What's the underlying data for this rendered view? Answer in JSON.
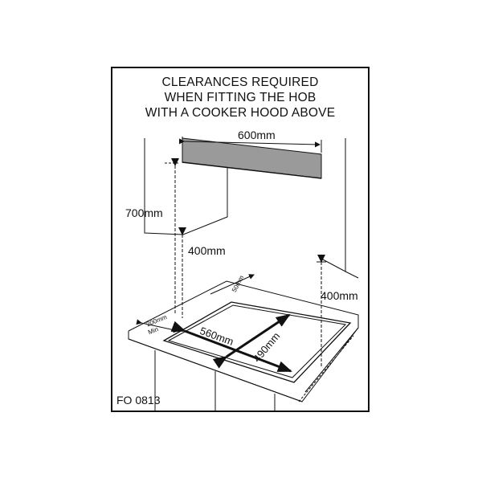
{
  "title_lines": [
    "CLEARANCES REQUIRED",
    "WHEN FITTING THE HOB",
    "WITH A COOKER HOOD ABOVE"
  ],
  "labels": {
    "hood_width": "600mm",
    "hood_height": "700mm",
    "left_clearance": "400mm",
    "right_clearance": "400mm",
    "rear_gap": "50mm",
    "side_gap_main": "200mm",
    "side_gap_sub": "Min",
    "cutout_width": "560mm",
    "cutout_depth": "490mm"
  },
  "figure_code": "FO 0813",
  "colors": {
    "line": "#111111",
    "hood_fill": "#9a9a9a",
    "background": "#ffffff"
  }
}
